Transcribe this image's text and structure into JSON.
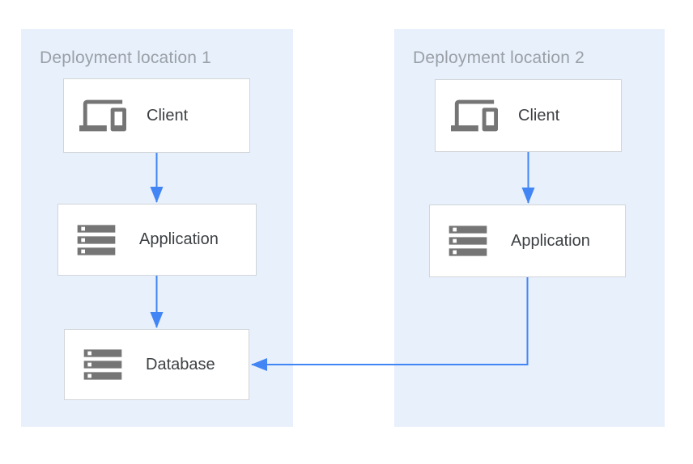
{
  "diagram": {
    "zones": [
      {
        "id": "deployment-location-1",
        "label": "Deployment location 1"
      },
      {
        "id": "deployment-location-2",
        "label": "Deployment location 2"
      }
    ],
    "nodes": [
      {
        "id": "client-1",
        "zone": "deployment-location-1",
        "label": "Client",
        "icon": "devices-icon"
      },
      {
        "id": "application-1",
        "zone": "deployment-location-1",
        "label": "Application",
        "icon": "server-stack-icon"
      },
      {
        "id": "database-1",
        "zone": "deployment-location-1",
        "label": "Database",
        "icon": "server-stack-icon"
      },
      {
        "id": "client-2",
        "zone": "deployment-location-2",
        "label": "Client",
        "icon": "devices-icon"
      },
      {
        "id": "application-2",
        "zone": "deployment-location-2",
        "label": "Application",
        "icon": "server-stack-icon"
      }
    ],
    "edges": [
      {
        "from": "client-1",
        "to": "application-1",
        "direction": "down"
      },
      {
        "from": "application-1",
        "to": "database-1",
        "direction": "down"
      },
      {
        "from": "client-2",
        "to": "application-2",
        "direction": "down"
      },
      {
        "from": "application-2",
        "to": "database-1",
        "direction": "down-then-left"
      }
    ],
    "colors": {
      "zone_fill": "#e8f0fc",
      "arrow": "#4285f4",
      "icon_gray": "#757575",
      "node_border": "#d2d5d9",
      "node_fill": "#ffffff",
      "zone_label": "#9aa0a6",
      "node_label": "#3c4043",
      "page_bg": "#ffffff"
    }
  }
}
